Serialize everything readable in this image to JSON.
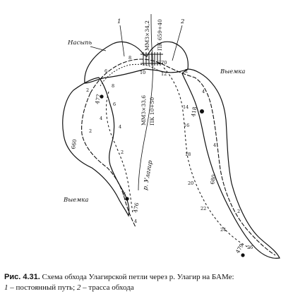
{
  "labels": {
    "nasyp": "Насыпь",
    "vyemka_right": "Выемка",
    "vyemka_left": "Выемка",
    "river": "р. Улагир",
    "bridge_top_1": "ММЗ×34,2",
    "bridge_top_2": "ПК 659+40",
    "bridge_mid_1": "ММЗ×33,6",
    "bridge_mid_2": "ПК 10+50",
    "callout_1": "1",
    "callout_2": "2"
  },
  "elevations": {
    "e477": "477",
    "e660": "660",
    "e476": "476",
    "e418": "418",
    "e680": "680",
    "e479": "479"
  },
  "km_marks": {
    "k2a": "2",
    "k4": "4",
    "k6a": "6",
    "k8a": "8",
    "k10": "10",
    "k12": "12",
    "k2b": "2",
    "k4b": "4",
    "k6b": "6",
    "k8b": "8",
    "k270": "270",
    "k4c": "4",
    "k2c": "2",
    "k14": "14",
    "k16": "16",
    "k18": "18",
    "k20": "20",
    "k22": "22",
    "k24": "24",
    "k26": "26",
    "k4d": "4",
    "k6d": "6",
    "k2d": "2",
    "k4e": "4",
    "k2e": "2"
  },
  "caption": {
    "prefix": "Рис. 4.31.",
    "title": "Схема обхода Улагирской петли через р. Улагир на БАМе:",
    "legend_1_num": "1",
    "legend_1_text": " – постоянный путь; ",
    "legend_2_num": "2",
    "legend_2_text": " – трасса обхода"
  }
}
